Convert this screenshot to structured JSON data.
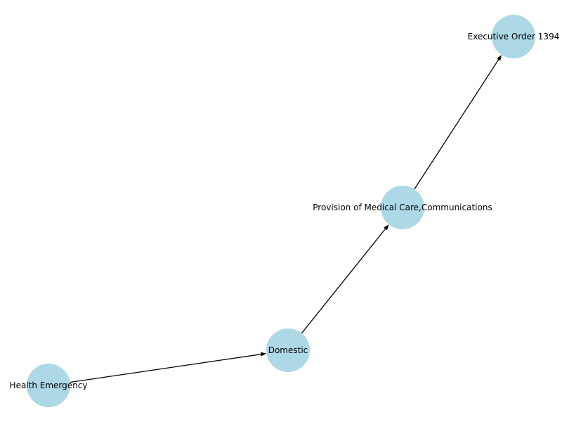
{
  "graph": {
    "nodes": [
      {
        "id": "health-emergency",
        "label": "Health Emergency"
      },
      {
        "id": "domestic",
        "label": "Domestic"
      },
      {
        "id": "provision",
        "label": "Provision of Medical Care,Communications"
      },
      {
        "id": "executive-order",
        "label": "Executive Order 1394"
      }
    ],
    "edges": [
      {
        "from": "health-emergency",
        "to": "domestic"
      },
      {
        "from": "domestic",
        "to": "provision"
      },
      {
        "from": "provision",
        "to": "executive-order"
      }
    ]
  },
  "colors": {
    "node_fill": "#add8e6",
    "edge": "#000000",
    "label": "#000000",
    "background": "#ffffff"
  }
}
